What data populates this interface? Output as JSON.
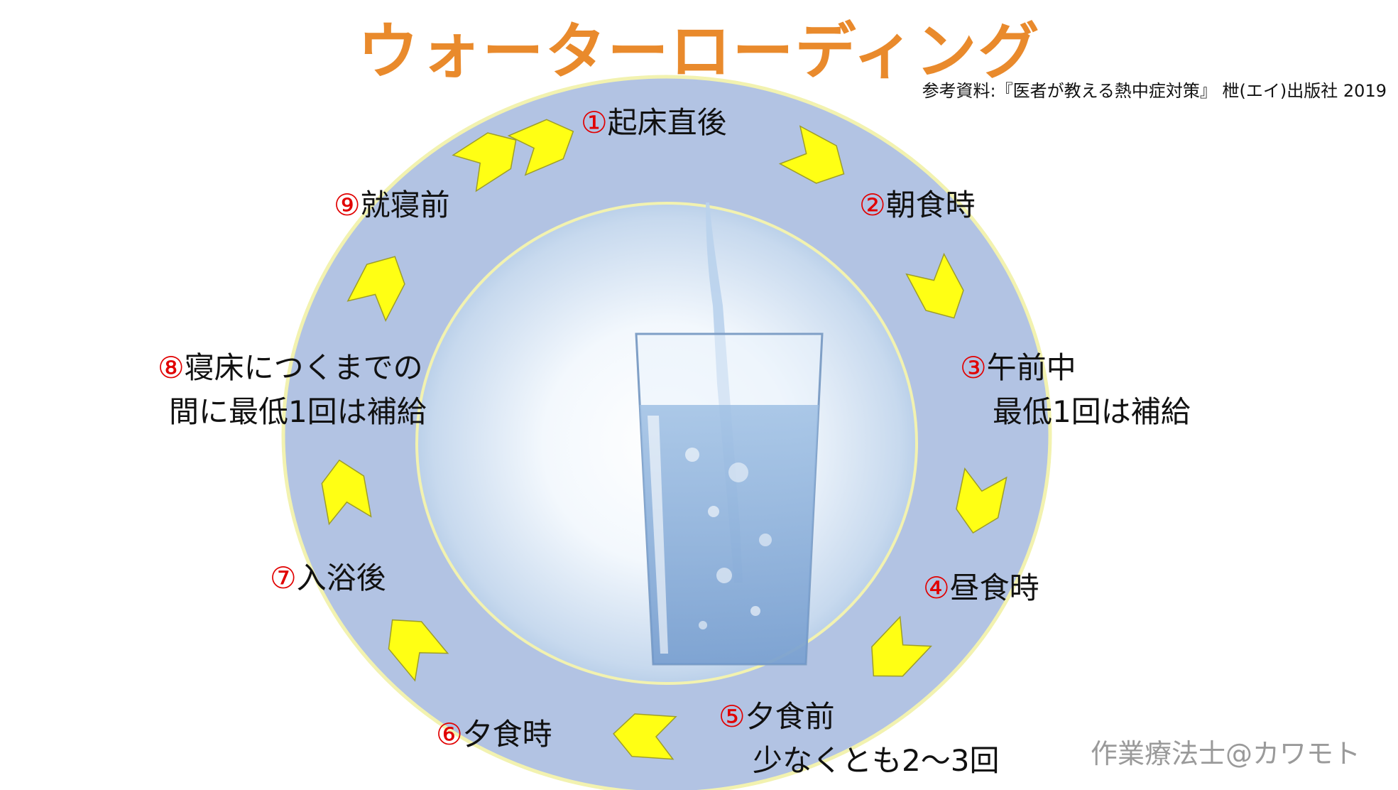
{
  "title": "ウォーターローディング",
  "reference": "参考資料:『医者が教える熱中症対策』 枻(エイ)出版社 2019",
  "credit": "作業療法士@カワモト",
  "colors": {
    "title": "#e98a2c",
    "ring": "#b2c3e3",
    "ring_edge": "#f2f2b0",
    "arrow": "#ffff14",
    "arrow_edge": "#9d9d2a",
    "step_number": "#e10000"
  },
  "steps": [
    {
      "num": "①",
      "label": "起床直後",
      "note": ""
    },
    {
      "num": "②",
      "label": "朝食時",
      "note": ""
    },
    {
      "num": "③",
      "label": "午前中",
      "note": "最低1回は補給"
    },
    {
      "num": "④",
      "label": "昼食時",
      "note": ""
    },
    {
      "num": "⑤",
      "label": "夕食前",
      "note": "少なくとも2～3回"
    },
    {
      "num": "⑥",
      "label": "夕食時",
      "note": ""
    },
    {
      "num": "⑦",
      "label": "入浴後",
      "note": ""
    },
    {
      "num": "⑧",
      "label": "寝床につくまでの",
      "note": "間に最低1回は補給"
    },
    {
      "num": "⑨",
      "label": "就寝前",
      "note": ""
    }
  ]
}
